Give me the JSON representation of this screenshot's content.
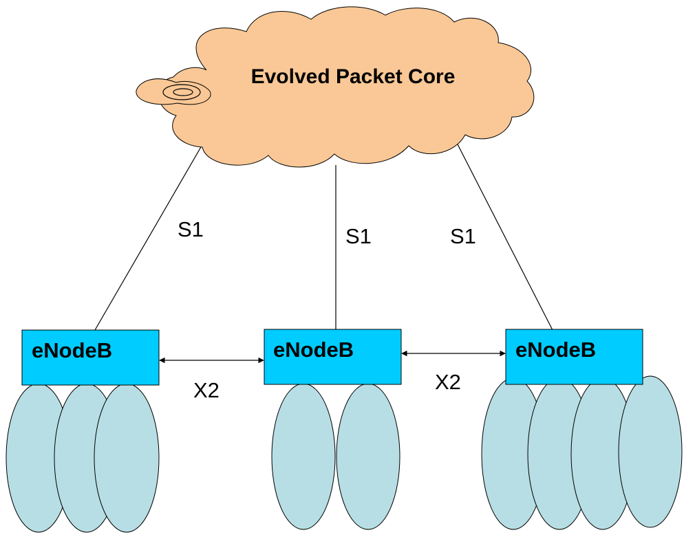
{
  "colors": {
    "cloud_fill": "#FAC896",
    "node_fill": "#00CCFF",
    "cell_fill": "#B7DEE4",
    "line": "#000000"
  },
  "core": {
    "title": "Evolved Packet Core",
    "icon": "cloud-icon"
  },
  "nodes": [
    {
      "label": "eNodeB",
      "cell_count": 3
    },
    {
      "label": "eNodeB",
      "cell_count": 2
    },
    {
      "label": "eNodeB",
      "cell_count": 4
    }
  ],
  "interfaces": {
    "s1_left": "S1",
    "s1_middle": "S1",
    "s1_right": "S1",
    "x2_left": "X2",
    "x2_right": "X2"
  }
}
